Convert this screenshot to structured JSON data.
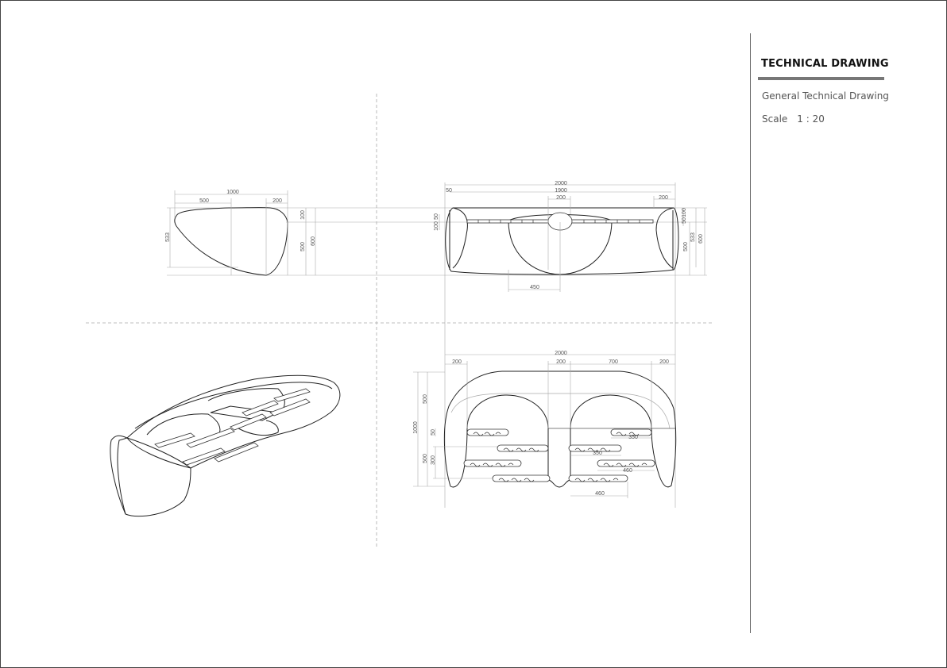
{
  "title_block": {
    "title": "TECHNICAL DRAWING",
    "subtitle": "General Technical Drawing",
    "scale_label": "Scale",
    "scale_value": "1 : 20"
  },
  "side_view": {
    "dims": [
      "1000",
      "500",
      "200",
      "533",
      "100",
      "500",
      "600"
    ]
  },
  "front_view": {
    "dims": [
      "2000",
      "50",
      "1900",
      "200",
      "200",
      "100",
      "50",
      "50",
      "100",
      "500",
      "533",
      "600",
      "450"
    ]
  },
  "plan_view": {
    "dims": [
      "2000",
      "200",
      "200",
      "700",
      "200",
      "500",
      "1000",
      "50",
      "500",
      "300",
      "350",
      "350",
      "460",
      "460"
    ]
  }
}
